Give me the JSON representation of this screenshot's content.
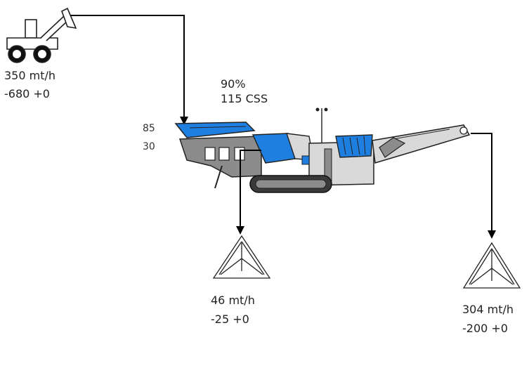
{
  "feed": {
    "rate": "350 mt/h",
    "size": "-680 +0"
  },
  "crusher": {
    "setting_pct": "90%",
    "css": "115 CSS",
    "grizzly_upper": "85",
    "grizzly_lower": "30"
  },
  "fines_pile": {
    "rate": "46 mt/h",
    "size": "-25 +0"
  },
  "product_pile": {
    "rate": "304 mt/h",
    "size": "-200 +0"
  },
  "colors": {
    "machine_blue": "#1f7fe0",
    "machine_gray": "#8c8c8c",
    "machine_dark": "#3a3a3a",
    "light_gray": "#d9d9d9"
  }
}
